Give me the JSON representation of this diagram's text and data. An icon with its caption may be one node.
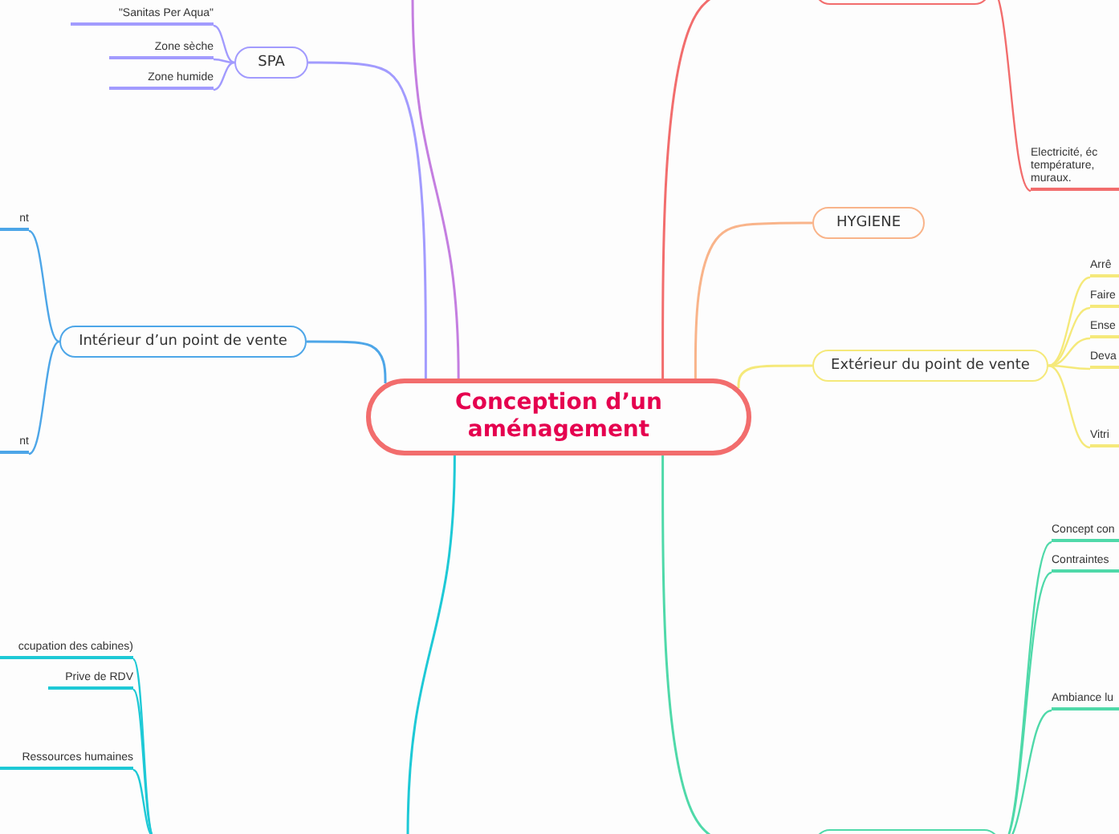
{
  "diagram": {
    "nodes": [
      {
        "text": [
          "Conception d’un aménagement"
        ]
      },
      {
        "text": [
          "SPA"
        ]
      },
      {
        "text": [
          "\"Sanitas Per Aqua\""
        ]
      },
      {
        "text": [
          "Zone sèche"
        ]
      },
      {
        "text": [
          "Zone humide"
        ]
      },
      {
        "text": [
          "Intérieur d’un point de vente"
        ]
      },
      {
        "text": [
          "nt"
        ]
      },
      {
        "text": [
          "nt"
        ]
      },
      {
        "text": [],
        "shape": "box"
      },
      {
        "text": [
          "Electricité, éc température, muraux."
        ]
      },
      {
        "text": [
          "HYGIENE"
        ]
      },
      {
        "text": [
          "Extérieur du point de vente"
        ]
      },
      {
        "text": [
          "Arrê"
        ]
      },
      {
        "text": [
          "Faire"
        ]
      },
      {
        "text": [
          "Ense"
        ]
      },
      {
        "text": [
          "Deva"
        ]
      },
      {
        "text": [
          "Vitri"
        ]
      },
      {
        "text": [
          "ccupation des cabines)"
        ]
      },
      {
        "text": [
          "Prive de RDV"
        ]
      },
      {
        "text": [
          "Ressources humaines"
        ]
      },
      {
        "text": [],
        "shape": "box"
      },
      {
        "text": [
          "Concept con"
        ]
      },
      {
        "text": [
          "Contraintes"
        ]
      },
      {
        "text": [
          "Ambiance lu"
        ]
      }
    ],
    "edges": [
      {
        "from": 0,
        "to": 1,
        "arrow": "none",
        "color": "#a29bfe"
      },
      {
        "from": 1,
        "to": 2,
        "arrow": "none",
        "color": "#a29bfe"
      },
      {
        "from": 1,
        "to": 3,
        "arrow": "none",
        "color": "#a29bfe"
      },
      {
        "from": 1,
        "to": 4,
        "arrow": "none",
        "color": "#a29bfe"
      },
      {
        "from": 0,
        "to": 5,
        "arrow": "none",
        "color": "#4da6e8"
      },
      {
        "from": 5,
        "to": 6,
        "arrow": "none",
        "color": "#4da6e8"
      },
      {
        "from": 5,
        "to": 7,
        "arrow": "none",
        "color": "#4da6e8"
      },
      {
        "from": 0,
        "to": 8,
        "arrow": "none",
        "color": "#f26d6d"
      },
      {
        "from": 8,
        "to": 9,
        "arrow": "none",
        "color": "#f26d6d"
      },
      {
        "from": 0,
        "to": 10,
        "arrow": "none",
        "color": "#f9b48a"
      },
      {
        "from": 0,
        "to": 11,
        "arrow": "none",
        "color": "#f5e97a"
      },
      {
        "from": 11,
        "to": 12,
        "arrow": "none",
        "color": "#f5e97a"
      },
      {
        "from": 11,
        "to": 13,
        "arrow": "none",
        "color": "#f5e97a"
      },
      {
        "from": 11,
        "to": 14,
        "arrow": "none",
        "color": "#f5e97a"
      },
      {
        "from": 11,
        "to": 15,
        "arrow": "none",
        "color": "#f5e97a"
      },
      {
        "from": 11,
        "to": 16,
        "arrow": "none",
        "color": "#f5e97a"
      },
      {
        "from": 0,
        "to": null,
        "arrow": "none",
        "color": "#c47ee0"
      },
      {
        "from": 0,
        "to": null,
        "arrow": "none",
        "color": "#1ec9d6"
      },
      {
        "from": null,
        "to": 17,
        "arrow": "none",
        "color": "#1ec9d6"
      },
      {
        "from": null,
        "to": 18,
        "arrow": "none",
        "color": "#1ec9d6"
      },
      {
        "from": null,
        "to": 19,
        "arrow": "none",
        "color": "#1ec9d6"
      },
      {
        "from": 0,
        "to": 20,
        "arrow": "none",
        "color": "#4fd9a9"
      },
      {
        "from": 20,
        "to": 21,
        "arrow": "none",
        "color": "#4fd9a9"
      },
      {
        "from": 20,
        "to": 22,
        "arrow": "none",
        "color": "#4fd9a9"
      },
      {
        "from": 20,
        "to": 23,
        "arrow": "none",
        "color": "#4fd9a9"
      }
    ]
  }
}
